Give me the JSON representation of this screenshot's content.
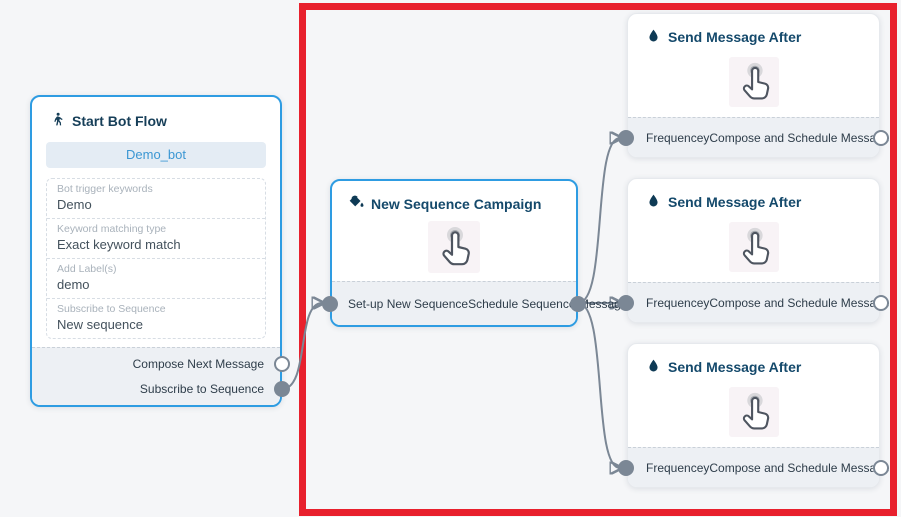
{
  "frame": {
    "highlight_color": "#e8202d"
  },
  "canvas": {
    "background": "#f5f6f8",
    "node_border_blue": "#2e9ce2",
    "edge_color": "#7b8795",
    "arrow_color": "#1d3c55"
  },
  "nodes": {
    "start": {
      "icon": "walking-person-icon",
      "title": "Start Bot Flow",
      "bot_name": "Demo_bot",
      "fields": [
        {
          "label": "Bot trigger keywords",
          "value": "Demo"
        },
        {
          "label": "Keyword matching type",
          "value": "Exact keyword match"
        },
        {
          "label": "Add Label(s)",
          "value": "demo"
        },
        {
          "label": "Subscribe to Sequence",
          "value": "New sequence"
        }
      ],
      "outputs": [
        {
          "label": "Compose Next Message",
          "connected": false
        },
        {
          "label": "Subscribe to Sequence",
          "connected": true
        }
      ]
    },
    "campaign": {
      "icon": "paint-bucket-icon",
      "title": "New Sequence Campaign",
      "body_icon": "hand-click-icon",
      "input_label": "Set-up New Sequence",
      "output_label": "Schedule Sequence Message"
    },
    "send": [
      {
        "icon": "water-drop-icon",
        "title": "Send Message After",
        "body_icon": "hand-click-icon",
        "input_label": "Frequencey",
        "output_label": "Compose and Schedule Message"
      },
      {
        "icon": "water-drop-icon",
        "title": "Send Message After",
        "body_icon": "hand-click-icon",
        "input_label": "Frequencey",
        "output_label": "Compose and Schedule Message"
      },
      {
        "icon": "water-drop-icon",
        "title": "Send Message After",
        "body_icon": "hand-click-icon",
        "input_label": "Frequencey",
        "output_label": "Compose and Schedule Message"
      }
    ]
  }
}
